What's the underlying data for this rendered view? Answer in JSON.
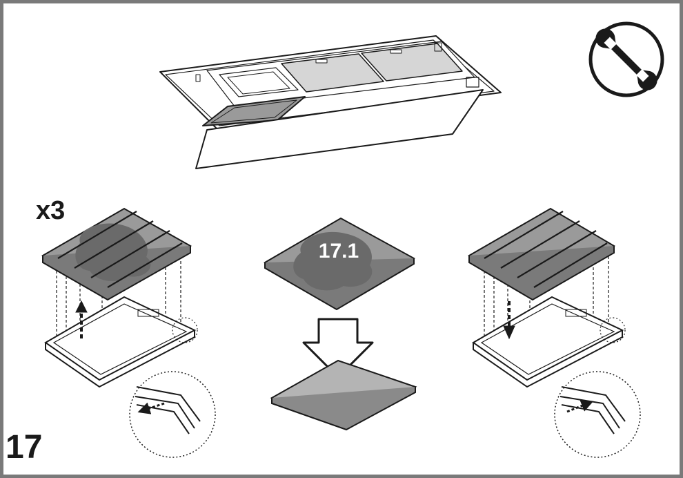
{
  "step_number": "17",
  "quantity_label": "x3",
  "part_number": "17.1",
  "icons": {
    "tool": "wrench-icon",
    "down_arrow": "arrow-down-icon",
    "up_arrow": "arrow-up-icon"
  },
  "colors": {
    "frame_border": "#7a7a7a",
    "filter_fill": "#9a9a9a",
    "filter_plain": "#b4b4b4",
    "stain": "#6a6a6a",
    "line": "#1a1a1a"
  }
}
